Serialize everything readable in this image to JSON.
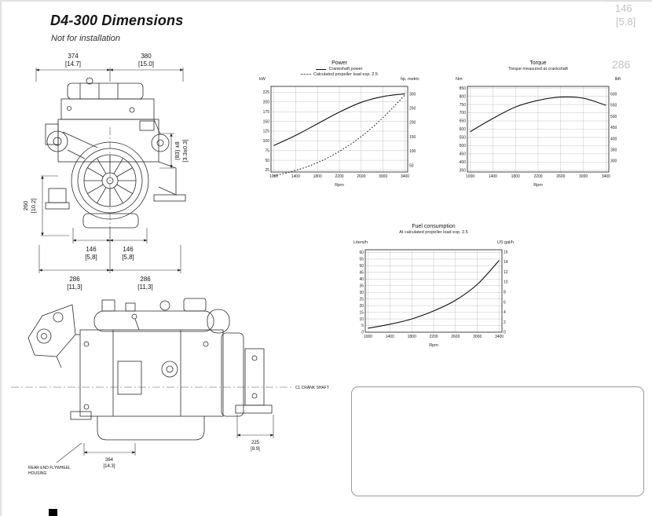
{
  "page": {
    "title": "D4-300 Dimensions",
    "subtitle": "Not for installation"
  },
  "artifacts": {
    "top_num": "146",
    "top_bracket": "[5.8]",
    "mid_num": "286"
  },
  "front_view": {
    "dims": {
      "top_left_mm": "374",
      "top_left_in": "[14.7]",
      "top_right_mm": "380",
      "top_right_in": "[15.0]",
      "right_mm": "(83) ±8",
      "right_in": "[3.3±0.3]",
      "left_mm": "260",
      "left_in": "[10.2]",
      "mid_left_mm": "146",
      "mid_left_in": "[5,8]",
      "mid_right_mm": "146",
      "mid_right_in": "[5,8]",
      "bottom_left_mm": "286",
      "bottom_left_in": "[11,3]",
      "bottom_right_mm": "286",
      "bottom_right_in": "[11,3]"
    }
  },
  "side_view": {
    "centerline_label": "CL CRANK SHAFT",
    "flywheel_label_1": "REAR END FLYWHEEL",
    "flywheel_label_2": "HOUSING",
    "dim_bottom_mm": "364",
    "dim_bottom_in": "[14.3]",
    "dim_mount_mm": "225",
    "dim_mount_in": "[8.9]"
  },
  "charts": [
    {
      "type": "line",
      "title": "Power",
      "legend": [
        {
          "label": "Crankshaft power",
          "style": "solid"
        },
        {
          "label": "Calculated propeller load exp. 2.5",
          "style": "dotted"
        }
      ],
      "unit_left": "kW",
      "unit_right": "hp, metric",
      "xlabel": "Rpm",
      "xlim": [
        950,
        3450
      ],
      "x_ticks": [
        1000,
        1400,
        1800,
        2200,
        2600,
        3000,
        3400
      ],
      "ylim": [
        20,
        240
      ],
      "y_ticks": [
        25,
        50,
        75,
        100,
        125,
        150,
        175,
        200,
        225
      ],
      "right_ylim": [
        27.2,
        326.3
      ],
      "right_ticks": [
        50,
        100,
        150,
        200,
        250,
        300
      ],
      "series": [
        {
          "name": "Crankshaft power",
          "style": "solid",
          "x": [
            1000,
            1400,
            1800,
            2200,
            2600,
            3000,
            3400
          ],
          "y": [
            88,
            114,
            144,
            174,
            199,
            214,
            221
          ]
        },
        {
          "name": "Calculated propeller load exp. 2.5",
          "style": "dotted",
          "x": [
            1000,
            1400,
            1800,
            2200,
            2600,
            3000,
            3400
          ],
          "y": [
            10,
            24,
            44,
            73,
            111,
            160,
            218
          ]
        }
      ]
    },
    {
      "type": "line",
      "title": "Torque",
      "legend": [
        {
          "label": "Torque measured at crankshaft",
          "style": "none"
        }
      ],
      "unit_left": "Nm",
      "unit_right": "lbft",
      "xlabel": "Rpm",
      "xlim": [
        950,
        3450
      ],
      "x_ticks": [
        1000,
        1400,
        1800,
        2200,
        2600,
        3000,
        3400
      ],
      "ylim": [
        340,
        860
      ],
      "y_ticks": [
        350,
        400,
        450,
        500,
        550,
        600,
        650,
        700,
        750,
        800,
        850
      ],
      "right_ylim": [
        250.8,
        634.3
      ],
      "right_ticks": [
        300,
        350,
        400,
        450,
        500,
        550,
        600
      ],
      "series": [
        {
          "name": "Torque measured at crankshaft",
          "style": "solid",
          "x": [
            1000,
            1400,
            1800,
            2200,
            2600,
            3000,
            3400
          ],
          "y": [
            585,
            665,
            735,
            775,
            795,
            788,
            745
          ]
        }
      ]
    },
    {
      "type": "line",
      "title": "Fuel consumption",
      "legend": [
        {
          "label": "At calculated propeller load exp. 2.5",
          "style": "none"
        }
      ],
      "unit_left": "Liters/h",
      "unit_right": "US gal/h",
      "xlabel": "Rpm",
      "xlim": [
        950,
        3450
      ],
      "x_ticks": [
        1000,
        1400,
        1800,
        2200,
        2600,
        3000,
        3400
      ],
      "ylim": [
        0,
        62
      ],
      "y_ticks": [
        0,
        5,
        10,
        15,
        20,
        25,
        30,
        35,
        40,
        45,
        50,
        55,
        60
      ],
      "right_ylim": [
        0,
        16.4
      ],
      "right_ticks": [
        0,
        2,
        4,
        6,
        8,
        10,
        12,
        14,
        16
      ],
      "series": [
        {
          "name": "At calculated propeller load exp. 2.5",
          "style": "solid",
          "x": [
            1000,
            1400,
            1800,
            2200,
            2600,
            3000,
            3400
          ],
          "y": [
            3,
            6,
            10,
            16,
            24,
            36,
            54
          ]
        }
      ]
    }
  ]
}
